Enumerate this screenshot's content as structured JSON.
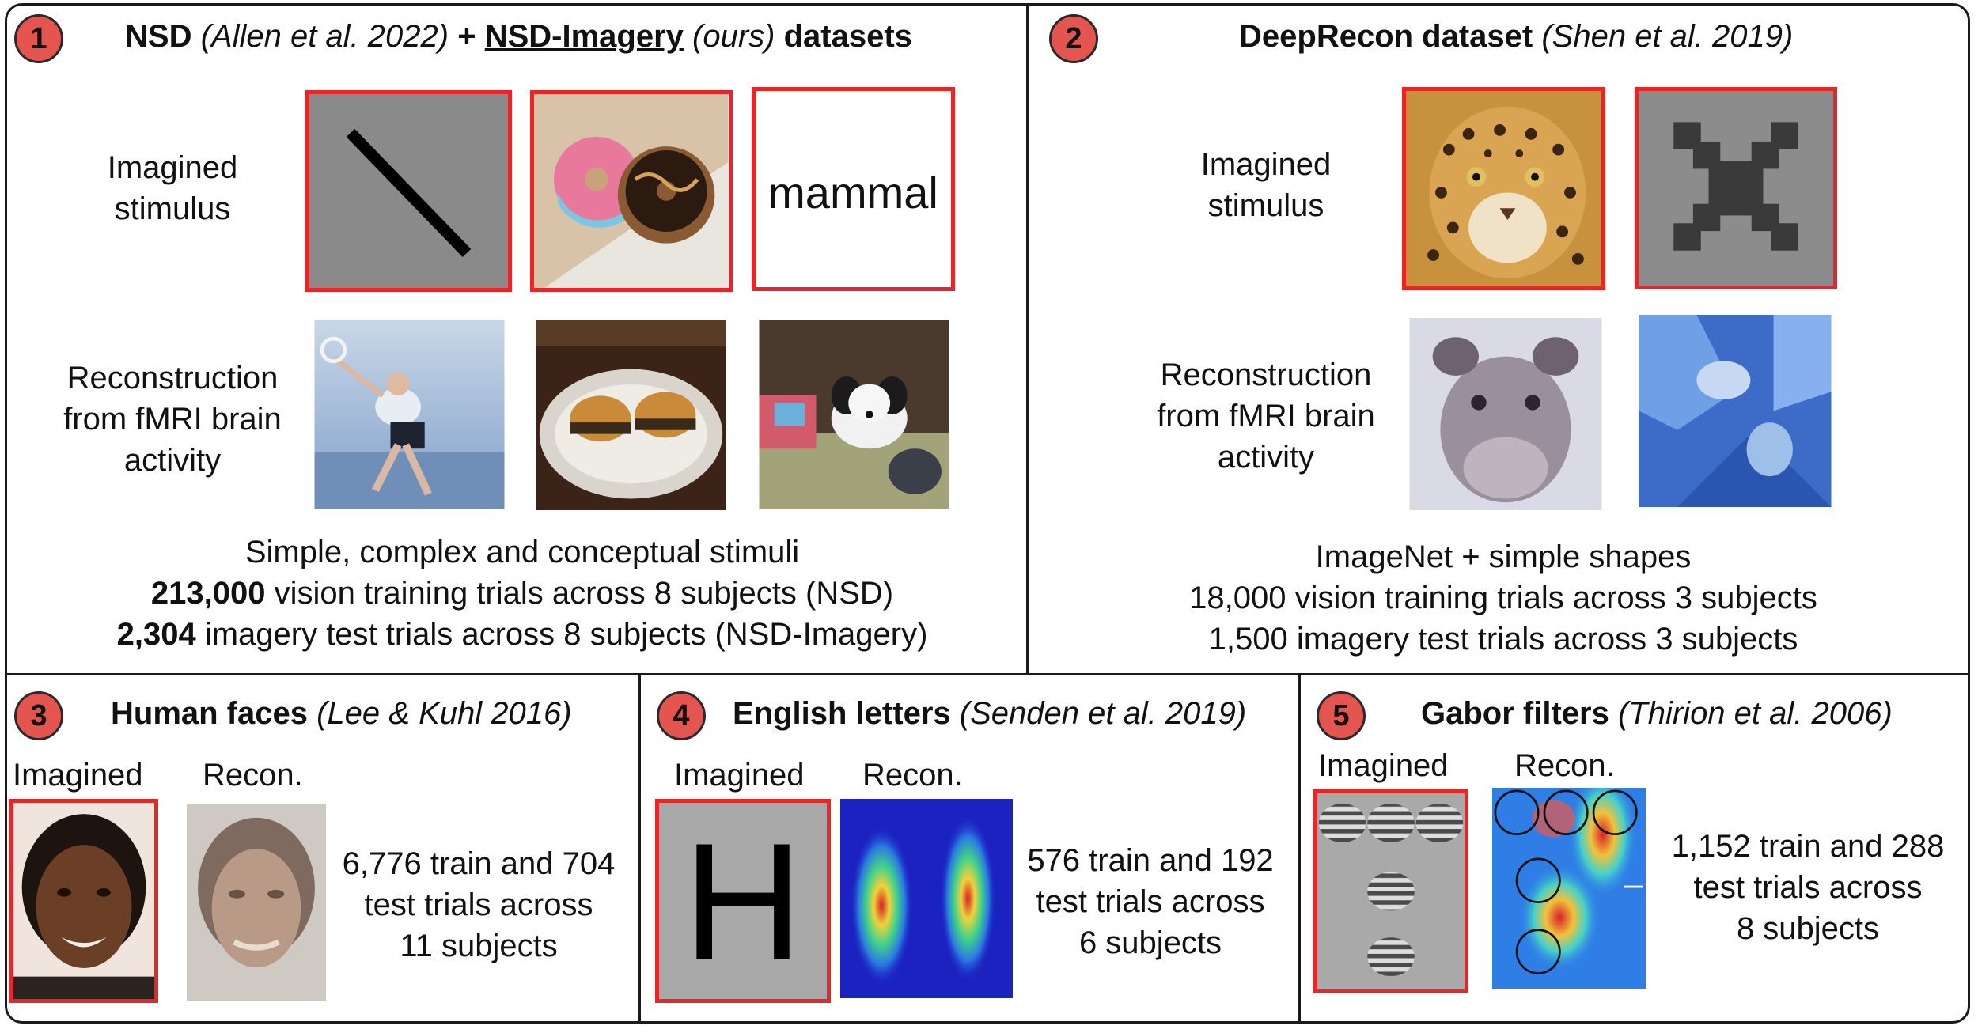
{
  "panels": {
    "p1": {
      "badge": "1",
      "title": {
        "a": "NSD",
        "b": "(Allen et al. 2022)",
        "c": "+",
        "d": "NSD-Imagery",
        "e": "(ours)",
        "f": "datasets"
      },
      "row1_label": [
        "Imagined",
        "stimulus"
      ],
      "row2_label": [
        "Reconstruction",
        "from fMRI brain",
        "activity"
      ],
      "concept_word": "mammal",
      "stats": {
        "line1": "Simple, complex and conceptual stimuli",
        "line2_bold": "213,000",
        "line2_rest": " vision training trials across 8 subjects (NSD)",
        "line3_bold": "2,304",
        "line3_rest": " imagery test trials across 8 subjects (NSD-Imagery)"
      }
    },
    "p2": {
      "badge": "2",
      "title": {
        "a": "DeepRecon dataset",
        "b": "(Shen et al. 2019)"
      },
      "row1_label": [
        "Imagined",
        "stimulus"
      ],
      "row2_label": [
        "Reconstruction",
        "from fMRI brain",
        "activity"
      ],
      "stats": {
        "line1": "ImageNet + simple shapes",
        "line2": "18,000 vision training trials across 3 subjects",
        "line3": "1,500 imagery test trials across 3 subjects"
      }
    },
    "p3": {
      "badge": "3",
      "title": {
        "a": "Human faces",
        "b": "(Lee & Kuhl 2016)"
      },
      "imagined": "Imagined",
      "recon": "Recon.",
      "stats": [
        "6,776 train and 704",
        "test trials across",
        "11 subjects"
      ]
    },
    "p4": {
      "badge": "4",
      "title": {
        "a": "English letters",
        "b": "(Senden et al. 2019)"
      },
      "imagined": "Imagined",
      "recon": "Recon.",
      "letter": "H",
      "stats": [
        "576 train and 192",
        "test trials across",
        "6 subjects"
      ]
    },
    "p5": {
      "badge": "5",
      "title": {
        "a": "Gabor filters",
        "b": "(Thirion et al. 2006)"
      },
      "imagined": "Imagined",
      "recon": "Recon.",
      "stats": [
        "1,152 train and 288",
        "test trials across",
        "8 subjects"
      ]
    }
  },
  "colors": {
    "badge": "#e5554f",
    "highlight_border": "#e8262a",
    "line": "#1a1a1a",
    "stimulus_gray": "#8a8a8a"
  }
}
